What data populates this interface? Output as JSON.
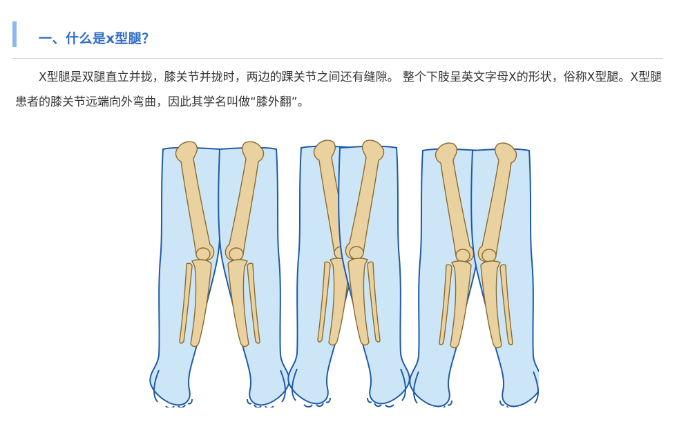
{
  "section": {
    "title": "一、什么是x型腿？"
  },
  "content": {
    "paragraph": "X型腿是双腿直立并拢，膝关节并拢时，两边的踝关节之间还有缝隙。 整个下肢呈英文字母X的形状，俗称X型腿。X型腿患者的膝关节远端向外弯曲，因此其学名叫做“膝外翻”。"
  },
  "figure": {
    "icon": "knock-knee-leg-bones-illustration",
    "colors": {
      "skin_fill": "#cde6f7",
      "skin_outline": "#1f5aa6",
      "bone_fill": "#ead2a0",
      "bone_outline": "#8a6a2e"
    }
  }
}
